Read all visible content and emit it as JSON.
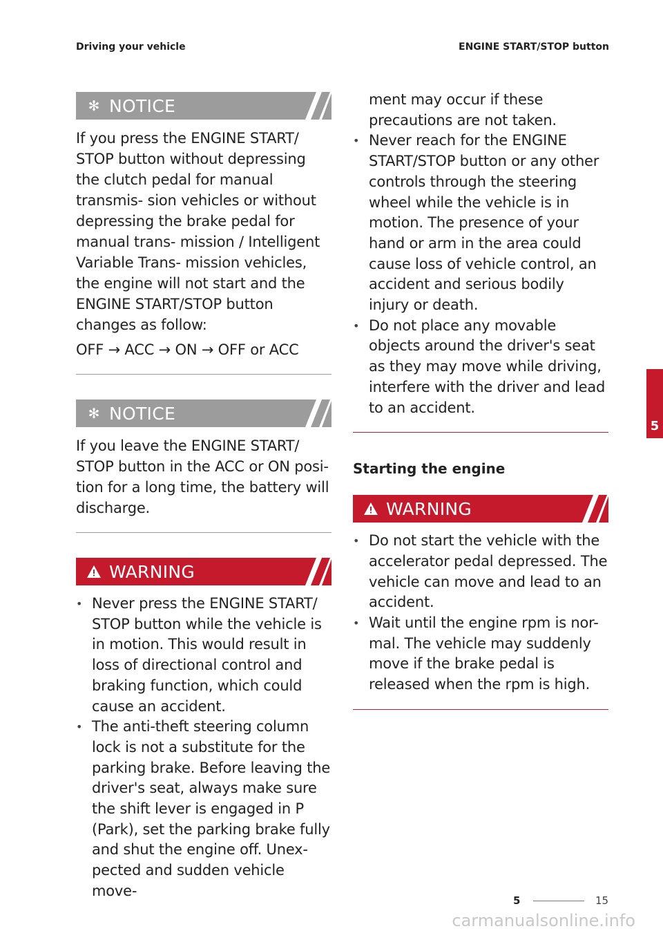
{
  "header": {
    "left": "Driving your vehicle",
    "right": "ENGINE START/STOP button"
  },
  "colors": {
    "warning": "#c41a2c",
    "notice": "#9c9c9c"
  },
  "notice1": {
    "title": "NOTICE",
    "icon": "asterisk-icon",
    "text": "If you press the ENGINE START/ STOP button without depressing the clutch pedal for manual transmis- sion vehicles or without depressing the brake pedal for manual trans- mission / Intelligent Variable Trans- mission vehicles, the engine will not start and the ENGINE START/STOP button changes as follow:",
    "flow": "OFF → ACC → ON → OFF or ACC"
  },
  "notice2": {
    "title": "NOTICE",
    "icon": "asterisk-icon",
    "text": "If you leave the ENGINE START/ STOP button in the ACC or ON posi- tion for a long time, the battery will discharge."
  },
  "warning1": {
    "title": "WARNING",
    "icon": "warning-triangle-icon",
    "items": [
      "Never press the ENGINE START/ STOP button while the vehicle is in motion. This would result in loss of directional control and braking function, which could cause an accident.",
      "The anti-theft steering column lock is not a substitute for the parking brake. Before leaving the driver's seat, always make sure the shift lever is engaged in P (Park), set the parking brake fully and shut the engine off. Unex- pected and sudden vehicle move-"
    ],
    "continuation": "ment may occur if these precautions are not taken.",
    "items2": [
      "Never reach for the ENGINE START/STOP button or any other controls through the steering wheel while the vehicle is in motion. The presence of your hand or arm in the area could cause loss of vehicle control, an accident and serious bodily injury or death.",
      "Do not place any movable objects around the driver's seat as they may move while driving, interfere with the driver and lead to an accident."
    ]
  },
  "section": {
    "title": "Starting the engine"
  },
  "warning2": {
    "title": "WARNING",
    "icon": "warning-triangle-icon",
    "items": [
      "Do not start the vehicle with the accelerator pedal depressed. The vehicle can move and lead to an accident.",
      "Wait until the engine rpm is nor- mal. The vehicle may suddenly move if the brake pedal is released when the rpm is high."
    ]
  },
  "tab": {
    "chapter": "5"
  },
  "footer": {
    "chapter": "5",
    "page": "15"
  },
  "watermark": "carmanualsonline.info"
}
